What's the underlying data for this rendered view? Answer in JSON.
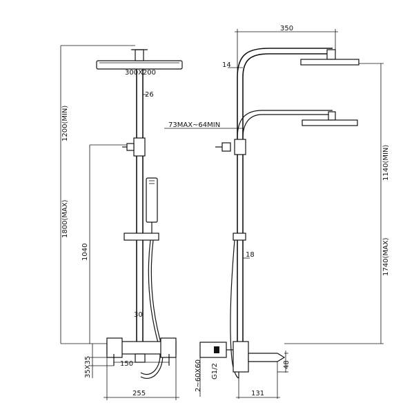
{
  "front_view": {
    "head_size": "300X200",
    "pipe_diameter": "26",
    "height_min": "1200(MIN)",
    "height_max": "1800(MAX)",
    "valve_height": "1040",
    "lower_pipe_diameter": "30",
    "bottom_offset": "35X35",
    "center_distance": "150",
    "total_width": "255"
  },
  "side_view": {
    "arm_length": "350",
    "arm_diameter": "14",
    "inlet_spacing": "73MAX~64MIN",
    "head_height_min": "1140(MIN)",
    "head_height_max": "1740(MAX)",
    "lower_pipe_diameter": "18",
    "connection_depth": "2~60X60",
    "thread_size": "G1/2",
    "spout_height": "48",
    "spout_length": "131"
  }
}
